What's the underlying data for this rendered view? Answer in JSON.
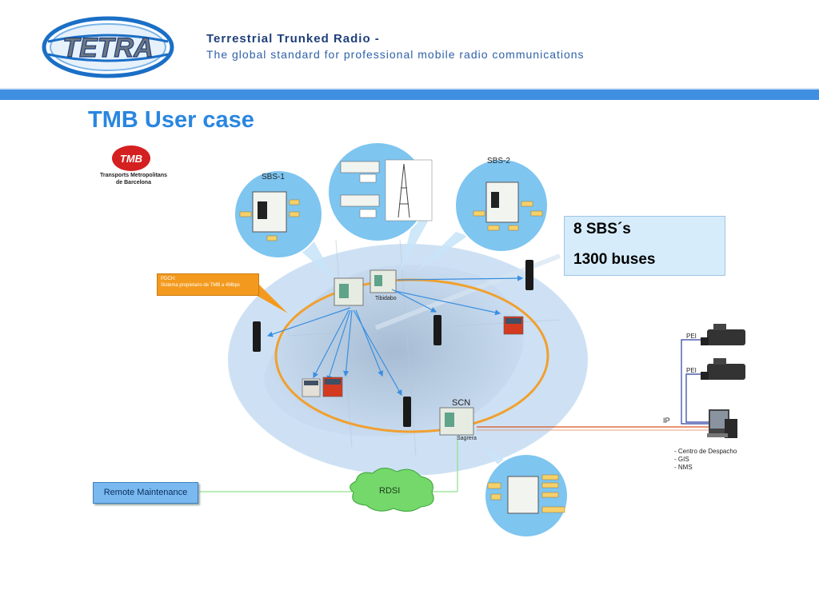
{
  "header": {
    "logo_text": "TETRA",
    "title": "Terrestrial Trunked Radio -",
    "subtitle": "The global standard for professional mobile radio communications"
  },
  "slide": {
    "title": "TMB User case"
  },
  "tmb": {
    "logo_text": "TMB",
    "name_line1": "Transports Metropolitans",
    "name_line2": "de Barcelona"
  },
  "diagram": {
    "sbs1_label": "SBS-1",
    "sbs2_label": "SBS-2",
    "tibidabo_label": "Tibidabo",
    "scn_label": "SCN",
    "sagrera_label": "Sagrera",
    "pdch_line1": "PDCH:",
    "pdch_line2": "Sistema propietario de TMB a 4Mbps",
    "rdsi_label": "RDSI",
    "remote_label": "Remote Maintenance",
    "ip_label": "IP",
    "pei1_label": "PEI",
    "pei2_label": "PEI",
    "dispatch_items": [
      "- Centro de Despacho",
      "- GIS",
      "- NMS"
    ]
  },
  "info": {
    "line1": "8 SBS´s",
    "line2": "1300 buses"
  },
  "colors": {
    "band": "#3f8fe0",
    "title": "#2a86e0",
    "ring": "#f0a030",
    "link": "#3a8fe0",
    "green_link": "#8de08a",
    "ip_link": "#d9531e",
    "pei_link": "#2a3fa0"
  }
}
